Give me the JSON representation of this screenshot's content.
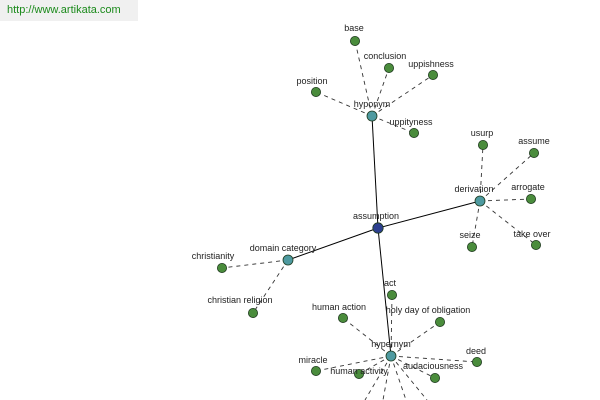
{
  "watermark": "http://www.artikata.com",
  "colors": {
    "center_node": "#2c3f8f",
    "hub_node": "#4e9aa0",
    "leaf_node": "#4a8c3c",
    "node_stroke": "#1f3a1f",
    "solid_edge": "#000000",
    "dashed_edge": "#333333"
  },
  "center": {
    "label": "assumption"
  },
  "hubs": [
    {
      "label": "hyponym",
      "leaves": [
        "base",
        "conclusion",
        "uppishness",
        "position",
        "uppityness"
      ]
    },
    {
      "label": "derivation",
      "leaves": [
        "usurp",
        "assume",
        "arrogate",
        "seize",
        "take over"
      ]
    },
    {
      "label": "domain category",
      "leaves": [
        "christianity",
        "christian religion"
      ]
    },
    {
      "label": "hypernym",
      "leaves": [
        "act",
        "human action",
        "holy day of obligation",
        "deed",
        "miracle",
        "human activity",
        "audaciousness"
      ]
    }
  ]
}
